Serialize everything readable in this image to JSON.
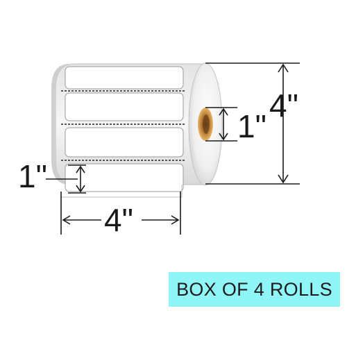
{
  "product": {
    "label_width": "4\"",
    "label_height": "1\"",
    "core_diameter": "1\"",
    "roll_outer_diameter": "4\"",
    "package": "BOX OF 4 ROLLS"
  },
  "colors": {
    "badge_background": "#8ff5f7",
    "roll_face": "#f2f2f2",
    "core": "#d69a4c",
    "dimension_lines": "#1a1a1a"
  }
}
